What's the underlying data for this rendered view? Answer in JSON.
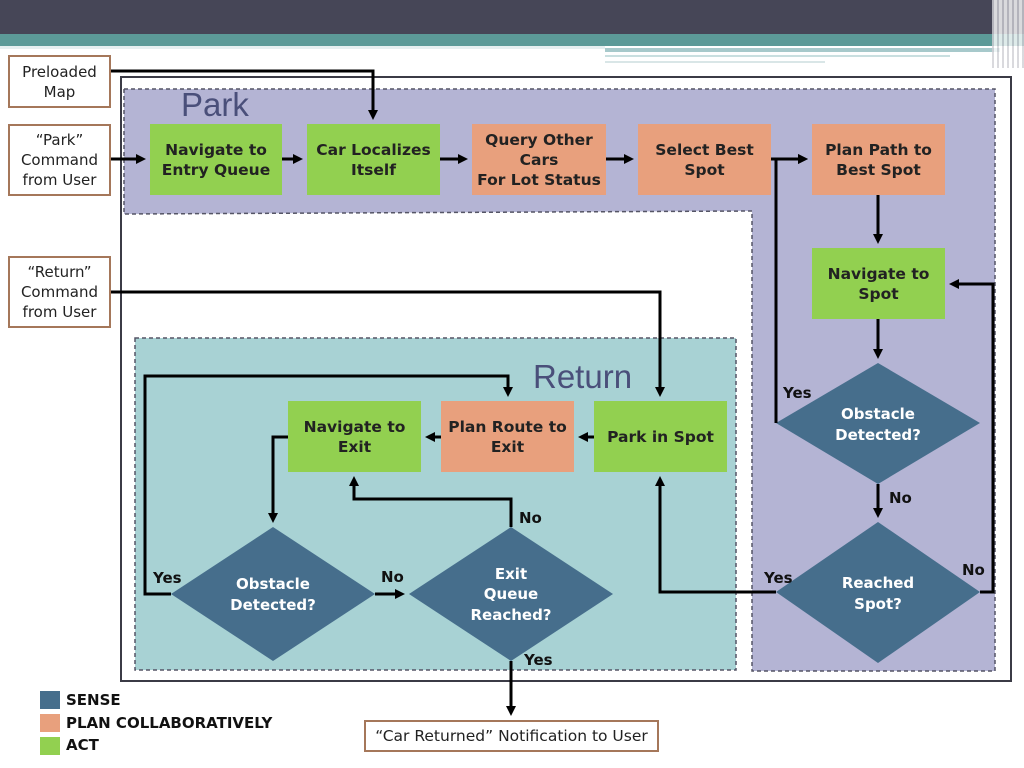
{
  "colors": {
    "sense": "#466e8c",
    "plan": "#e8a07d",
    "act": "#92d050",
    "park_region": "#b4b4d4",
    "return_region": "#a8d2d4",
    "line": "#000000"
  },
  "regions": {
    "park_title": "Park",
    "return_title": "Return"
  },
  "inputs": {
    "preloaded_map": "Preloaded\nMap",
    "park_command": "“Park”\nCommand\nfrom User",
    "return_command": "“Return”\nCommand\nfrom User",
    "notification": "“Car Returned” Notification to User"
  },
  "nodes": {
    "navigate_entry": "Navigate to\nEntry Queue",
    "car_localizes": "Car Localizes\nItself",
    "query_cars": "Query Other\nCars\nFor Lot Status",
    "select_spot": "Select Best\nSpot",
    "plan_path": "Plan Path to\nBest Spot",
    "navigate_spot": "Navigate to\nSpot",
    "park_in_spot": "Park in Spot",
    "plan_route": "Plan Route to\nExit",
    "navigate_exit": "Navigate to\nExit"
  },
  "decisions": {
    "obstacle_park": [
      "Obstacle",
      "Detected?"
    ],
    "reached_spot": [
      "Reached",
      "Spot?"
    ],
    "obstacle_return": [
      "Obstacle",
      "Detected?"
    ],
    "exit_queue": [
      "Exit",
      "Queue",
      "Reached?"
    ]
  },
  "edge_labels": {
    "yes_obstacle_park": "Yes",
    "no_obstacle_park": "No",
    "no_reached_spot": "No",
    "yes_reached_spot": "Yes",
    "yes_obstacle_return": "Yes",
    "no_obstacle_return": "No",
    "no_exit_queue": "No",
    "yes_exit_queue": "Yes"
  },
  "legend": [
    {
      "label": "SENSE",
      "color": "#466e8c"
    },
    {
      "label": "PLAN COLLABORATIVELY",
      "color": "#e8a07d"
    },
    {
      "label": "ACT",
      "color": "#92d050"
    }
  ]
}
